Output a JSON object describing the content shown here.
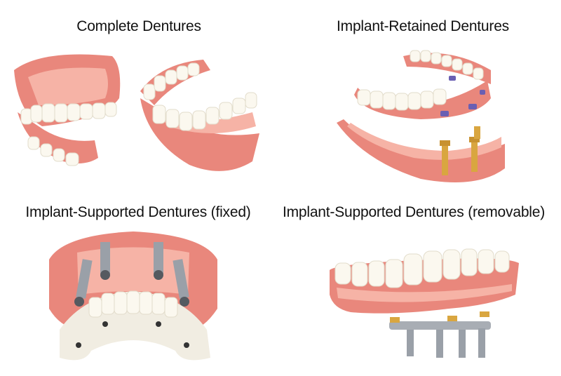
{
  "figure": {
    "panels": [
      {
        "caption": "Complete Dentures",
        "illustration": "complete-dentures-illustration"
      },
      {
        "caption": "Implant-Retained Dentures",
        "illustration": "implant-retained-dentures-illustration"
      },
      {
        "caption": "Implant-Supported Dentures (fixed)",
        "illustration": "implant-supported-fixed-illustration"
      },
      {
        "caption": "Implant-Supported Dentures (removable)",
        "illustration": "implant-supported-removable-illustration"
      }
    ]
  },
  "colors": {
    "gum": "#e9877c",
    "gum_light": "#f6b3a6",
    "gum_dark": "#c9584f",
    "tooth": "#fbf8ef",
    "tooth_shade": "#e2dccb",
    "implant_gold": "#d9a640",
    "implant_metal": "#9aa0a8",
    "attachment_purple": "#6a5fb3"
  }
}
